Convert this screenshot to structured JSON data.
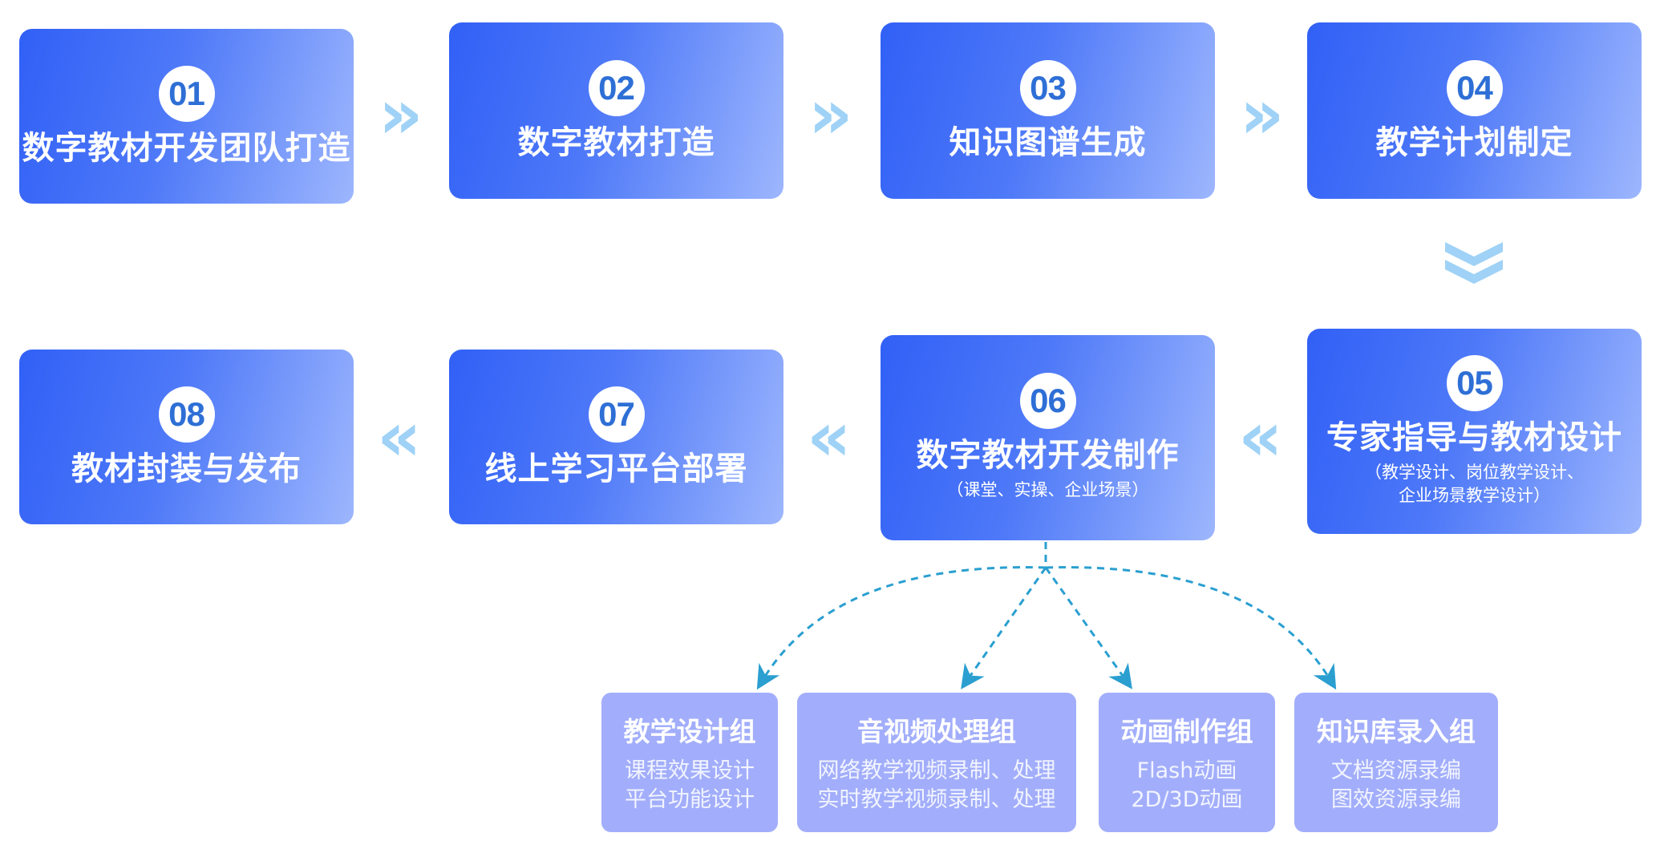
{
  "steps": [
    {
      "num": "01",
      "title": "数字教材开发团队打造"
    },
    {
      "num": "02",
      "title": "数字教材打造"
    },
    {
      "num": "03",
      "title": "知识图谱生成"
    },
    {
      "num": "04",
      "title": "教学计划制定"
    },
    {
      "num": "05",
      "title": "专家指导与教材设计",
      "sub1": "（教学设计、岗位教学设计、",
      "sub2": "企业场景教学设计）"
    },
    {
      "num": "06",
      "title": "数字教材开发制作",
      "sub1": "（课堂、实操、企业场景）"
    },
    {
      "num": "07",
      "title": "线上学习平台部署"
    },
    {
      "num": "08",
      "title": "教材封装与发布"
    }
  ],
  "groups": [
    {
      "title": "教学设计组",
      "items": [
        "课程效果设计",
        "平台功能设计"
      ]
    },
    {
      "title": "音视频处理组",
      "items": [
        "网络教学视频录制、处理",
        "实时教学视频录制、处理"
      ]
    },
    {
      "title": "动画制作组",
      "items": [
        "Flash动画",
        "2D/3D动画"
      ]
    },
    {
      "title": "知识库录入组",
      "items": [
        "文档资源录编",
        "图效资源录编"
      ]
    }
  ],
  "colors": {
    "box_gradient_start": "#3160f6",
    "box_gradient_end": "#9db6fd",
    "number_text": "#2e6fd6",
    "chevron": "#9fd2f6",
    "group_box": "#a2aefb",
    "connector": "#2a9fd0"
  },
  "icons": {
    "arrow_right": "»",
    "arrow_left": "«",
    "arrow_down": "double-chevron-down"
  }
}
